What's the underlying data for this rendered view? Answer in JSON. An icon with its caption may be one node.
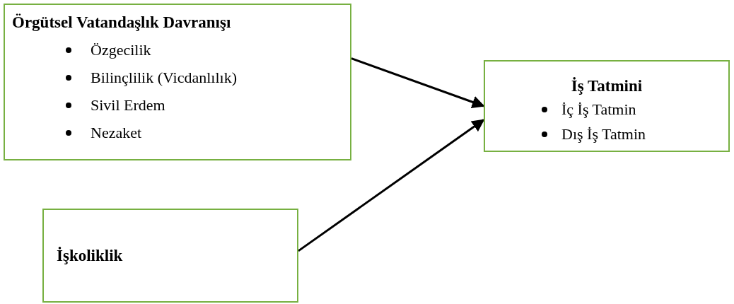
{
  "diagram": {
    "nodes": [
      {
        "text": [
          "Örgütsel Vatandaşlık Davranışı",
          "Özgecilik",
          "Bilinçlilik (Vicdanlılık)",
          "Sivil Erdem",
          "Nezaket"
        ]
      },
      {
        "text": [
          "İş Tatmini",
          "İç İş Tatmin",
          "Dış İş Tatmin"
        ]
      },
      {
        "text": [
          "İşkoliklik"
        ]
      }
    ],
    "edges": [
      {
        "from": 0,
        "to": 1,
        "arrow": "to"
      },
      {
        "from": 2,
        "to": 1,
        "arrow": "to"
      }
    ]
  }
}
